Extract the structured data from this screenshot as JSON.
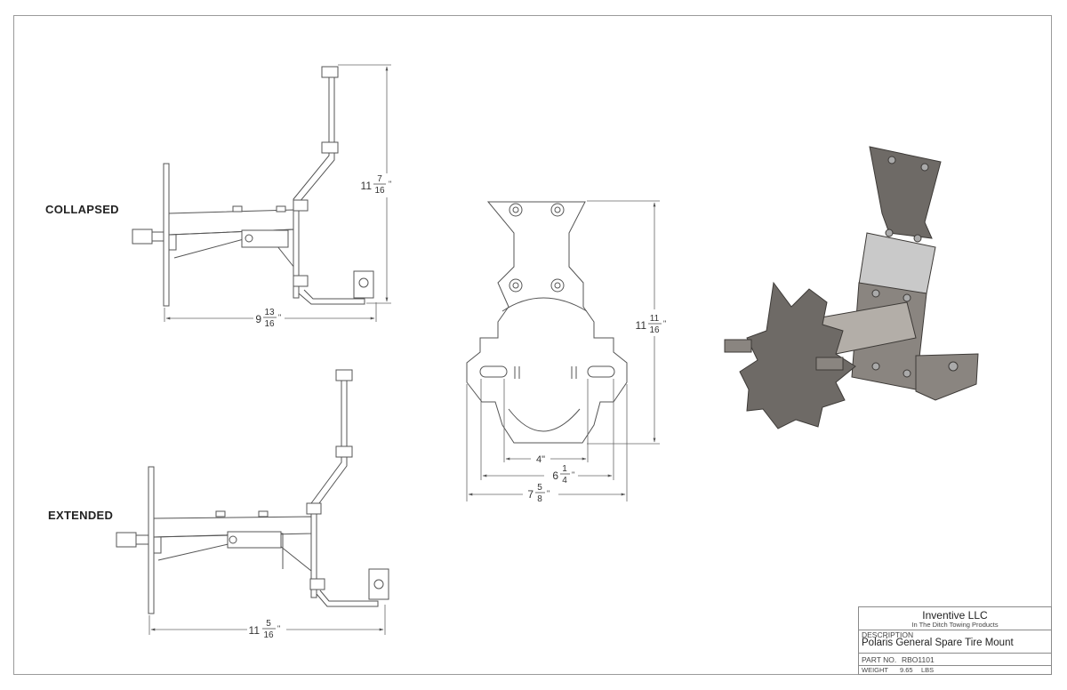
{
  "views": {
    "collapsed_label": "COLLAPSED",
    "extended_label": "EXTENDED"
  },
  "dimensions": {
    "collapsed_height": {
      "whole": "11",
      "num": "7",
      "den": "16",
      "unit": "\""
    },
    "collapsed_width": {
      "whole": "9",
      "num": "13",
      "den": "16",
      "unit": "\""
    },
    "extended_width": {
      "whole": "11",
      "num": "5",
      "den": "16",
      "unit": "\""
    },
    "plate_height": {
      "whole": "11",
      "num": "11",
      "den": "16",
      "unit": "\""
    },
    "hole_spacing_inner": "4\"",
    "hole_spacing_outer": {
      "whole": "6",
      "num": "1",
      "den": "4",
      "unit": "\""
    },
    "plate_width": {
      "whole": "7",
      "num": "5",
      "den": "8",
      "unit": "\""
    }
  },
  "title_block": {
    "company": "Inventive LLC",
    "tagline": "In The Ditch Towing Products",
    "description_label": "DESCRIPTION",
    "description": "Polaris General Spare Tire Mount",
    "part_no_label": "PART NO.",
    "part_no": "RBO1101",
    "weight_label": "WEIGHT",
    "weight_value": "9.65",
    "weight_unit": "LBS"
  },
  "colors": {
    "line": "#555555",
    "dim_line": "#666666",
    "metal_dark": "#6e6a66",
    "metal_mid": "#8a8580",
    "metal_light": "#c9c9c9"
  }
}
